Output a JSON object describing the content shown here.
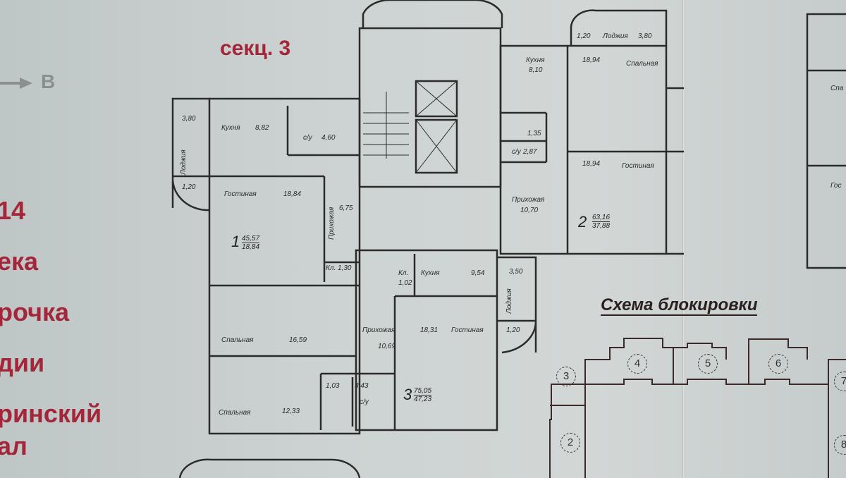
{
  "header": {
    "section_title": "секц. 3",
    "compass_label": "В"
  },
  "left_text": [
    "14",
    "ека",
    "рочка",
    "дии",
    "ринский",
    "ал"
  ],
  "apartments": [
    {
      "number": "1",
      "total_area": "45,57",
      "living_area": "18,84",
      "rooms": [
        {
          "name": "Кухня",
          "area": "8,82"
        },
        {
          "name": "с/у",
          "area": "4,60"
        },
        {
          "name": "Гостиная",
          "area": "18,84"
        },
        {
          "name": "Прихожая",
          "area": "6,75"
        },
        {
          "name": "Кл.",
          "area": "1,30"
        },
        {
          "name": "Лоджия",
          "area": "3,80"
        },
        {
          "name": "",
          "area": "1,20"
        }
      ]
    },
    {
      "number": "2",
      "total_area": "63,16",
      "living_area": "37,88",
      "rooms": [
        {
          "name": "Кухня",
          "area": "8,10"
        },
        {
          "name": "Спальная",
          "area": "18,94"
        },
        {
          "name": "Гостиная",
          "area": "18,94"
        },
        {
          "name": "Прихожая",
          "area": "10,70"
        },
        {
          "name": "",
          "area": "1,35"
        },
        {
          "name": "с/у",
          "area": "2,87"
        },
        {
          "name": "Лоджия",
          "area": "3,80"
        },
        {
          "name": "",
          "area": "1,20"
        }
      ]
    },
    {
      "number": "3",
      "total_area": "75,05",
      "living_area": "47,23",
      "rooms": [
        {
          "name": "Кухня",
          "area": "9,54"
        },
        {
          "name": "Кл.",
          "area": "1,02"
        },
        {
          "name": "Гостиная",
          "area": "18,31"
        },
        {
          "name": "Прихожая",
          "area": "10,69"
        },
        {
          "name": "Спальная",
          "area": "16,59"
        },
        {
          "name": "Спальная",
          "area": "12,33"
        },
        {
          "name": "",
          "area": "1,03"
        },
        {
          "name": "с/у",
          "area": "3,43"
        },
        {
          "name": "Лоджия",
          "area": "3,50"
        },
        {
          "name": "",
          "area": "1,20"
        }
      ]
    }
  ],
  "blocking_scheme": {
    "title": "Схема блокировки",
    "sections": [
      "2",
      "3",
      "4",
      "5",
      "6",
      "7",
      "8"
    ]
  },
  "right_fragments": [
    "Спа",
    "Гос"
  ]
}
